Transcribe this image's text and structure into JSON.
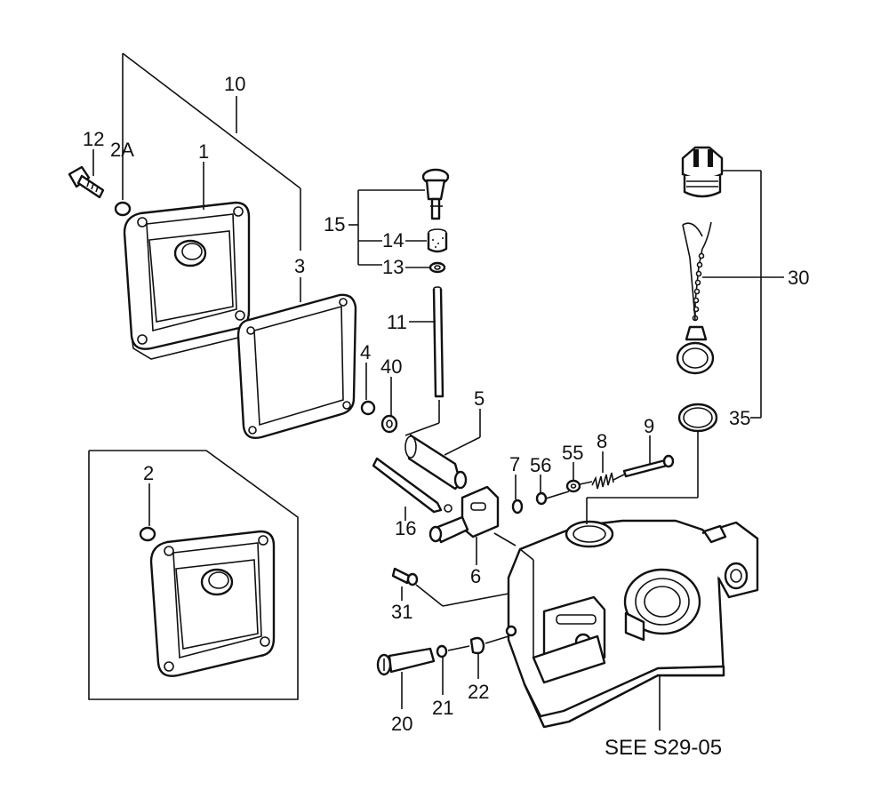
{
  "labels": {
    "l1": "1",
    "l2": "2",
    "l2a": "2A",
    "l3": "3",
    "l4": "4",
    "l5": "5",
    "l6": "6",
    "l7": "7",
    "l8": "8",
    "l9": "9",
    "l10": "10",
    "l11": "11",
    "l12": "12",
    "l13": "13",
    "l14": "14",
    "l15": "15",
    "l16": "16",
    "l20": "20",
    "l21": "21",
    "l22": "22",
    "l30": "30",
    "l31": "31",
    "l35": "35",
    "l40": "40",
    "l55": "55",
    "l56": "56",
    "see_ref": "SEE S29-05"
  }
}
